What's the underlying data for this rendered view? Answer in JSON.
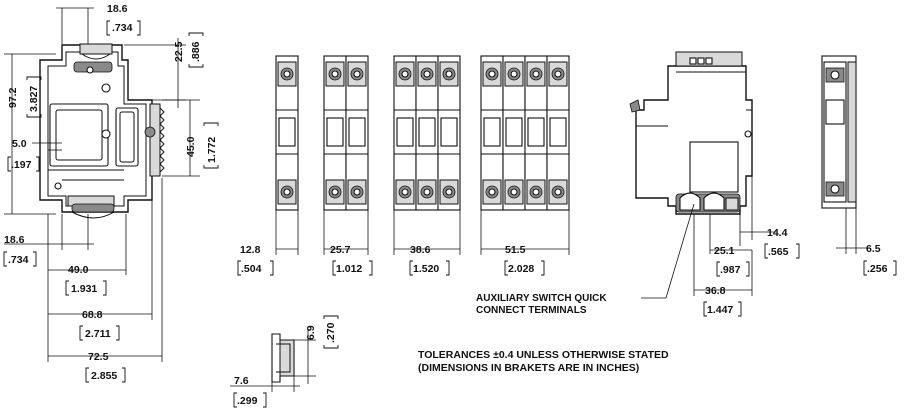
{
  "side_view": {
    "top_width": {
      "mm": "18.6",
      "in": ".734"
    },
    "top_offset": {
      "mm": "22.5",
      "in": ".886"
    },
    "height": {
      "mm": "97.2",
      "in": "3.827"
    },
    "slot_width": {
      "mm": "5.0",
      "in": ".197"
    },
    "rail_height": {
      "mm": "45.0",
      "in": "1.772"
    },
    "bottom_width": {
      "mm": "18.6",
      "in": ".734"
    },
    "width_49": {
      "mm": "49.0",
      "in": "1.931"
    },
    "width_68": {
      "mm": "68.8",
      "in": "2.711"
    },
    "width_72": {
      "mm": "72.5",
      "in": "2.855"
    }
  },
  "front_views": [
    {
      "poles": 1,
      "mm": "12.8",
      "in": ".504"
    },
    {
      "poles": 2,
      "mm": "25.7",
      "in": "1.012"
    },
    {
      "poles": 3,
      "mm": "38.6",
      "in": "1.520"
    },
    {
      "poles": 4,
      "mm": "51.5",
      "in": "2.028"
    }
  ],
  "aux_view": {
    "dim_a": {
      "mm": "14.4",
      "in": ".565"
    },
    "dim_b": {
      "mm": "25.1",
      "in": ".987"
    },
    "dim_c": {
      "mm": "36.8",
      "in": "1.447"
    },
    "callout_line1": "AUXILIARY SWITCH QUICK",
    "callout_line2": "CONNECT TERMINALS"
  },
  "thin_view": {
    "mm": "6.5",
    "in": ".256"
  },
  "detail_view": {
    "height": {
      "mm": "6.9",
      "in": ".270"
    },
    "width": {
      "mm": "7.6",
      "in": ".299"
    }
  },
  "notes": {
    "line1": "TOLERANCES ±0.4 UNLESS OTHERWISE STATED",
    "line2": "(DIMENSIONS IN BRAKETS ARE IN INCHES)"
  }
}
